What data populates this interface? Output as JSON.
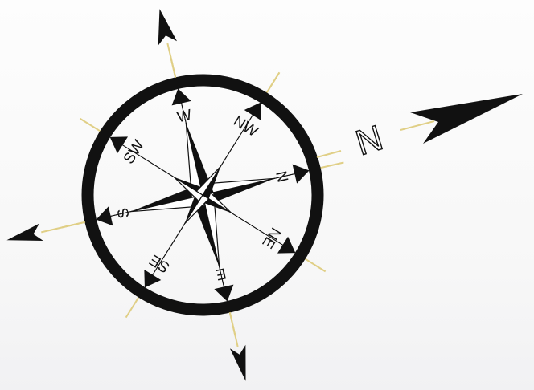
{
  "compass": {
    "north_label": "N",
    "directions": [
      {
        "key": "n",
        "label": "N"
      },
      {
        "key": "ne",
        "label": "NE"
      },
      {
        "key": "e",
        "label": "E"
      },
      {
        "key": "se",
        "label": "SE"
      },
      {
        "key": "s",
        "label": "S"
      },
      {
        "key": "sw",
        "label": "SW"
      },
      {
        "key": "w",
        "label": "W"
      },
      {
        "key": "nw",
        "label": "NW"
      }
    ],
    "colors": {
      "ink": "#111111",
      "tick": "#e0cf86",
      "background": "#fafafa"
    }
  }
}
